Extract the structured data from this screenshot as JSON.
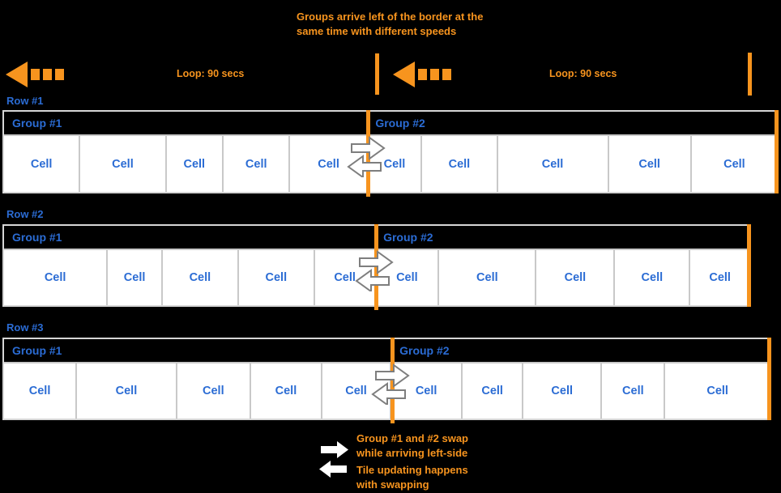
{
  "colors": {
    "orange": "#F7941E",
    "blue": "#2B6CD4",
    "background": "#000000"
  },
  "top_annotation": [
    "Groups arrive left of the border at the",
    "same time with different speeds"
  ],
  "timeline": {
    "loop_label_left": "Loop: 90 secs",
    "loop_label_right": "Loop: 90 secs"
  },
  "rows": [
    {
      "label": "Row #1",
      "group1": "Group #1",
      "group2": "Group #2",
      "cells": [
        "Cell",
        "Cell",
        "Cell",
        "Cell",
        "Cell",
        "Cell",
        "Cell",
        "Cell",
        "Cell",
        "Cell"
      ]
    },
    {
      "label": "Row #2",
      "group1": "Group #1",
      "group2": "Group #2",
      "cells": [
        "Cell",
        "Cell",
        "Cell",
        "Cell",
        "Cell",
        "Cell",
        "Cell",
        "Cell",
        "Cell",
        "Cell"
      ]
    },
    {
      "label": "Row #3",
      "group1": "Group #1",
      "group2": "Group #2",
      "cells": [
        "Cell",
        "Cell",
        "Cell",
        "Cell",
        "Cell",
        "Cell",
        "Cell",
        "Cell",
        "Cell",
        "Cell"
      ]
    }
  ],
  "legend": {
    "swap_note": [
      "Group #1 and #2 swap",
      "while arriving left-side"
    ],
    "tile_note": [
      "Tile updating happens",
      "with swapping"
    ]
  }
}
